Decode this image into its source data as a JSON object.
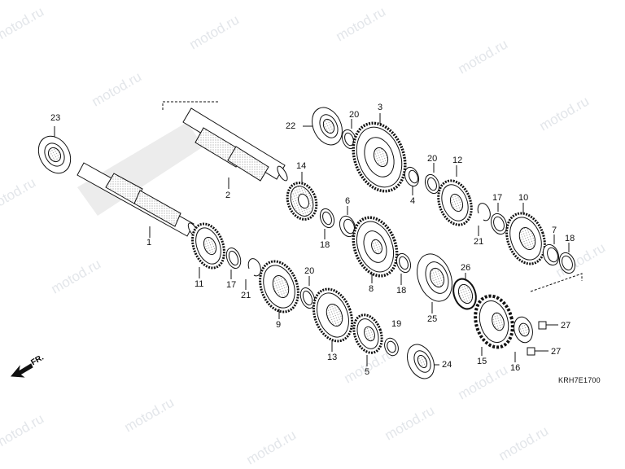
{
  "watermark": "motod.ru",
  "diagram_code": "KRH7E1700",
  "direction_label": "FR.",
  "callouts": {
    "p1": "1",
    "p2": "2",
    "p3": "3",
    "p4": "4",
    "p5": "5",
    "p6": "6",
    "p7": "7",
    "p8": "8",
    "p9": "9",
    "p10": "10",
    "p11": "11",
    "p12": "12",
    "p13": "13",
    "p14": "14",
    "p15": "15",
    "p16": "16",
    "p17a": "17",
    "p17b": "17",
    "p18a": "18",
    "p18b": "18",
    "p18c": "18",
    "p19": "19",
    "p20a": "20",
    "p20b": "20",
    "p20c": "20",
    "p21a": "21",
    "p21b": "21",
    "p22": "22",
    "p23": "23",
    "p24": "24",
    "p25": "25",
    "p26": "26",
    "p27a": "27",
    "p27b": "27"
  }
}
